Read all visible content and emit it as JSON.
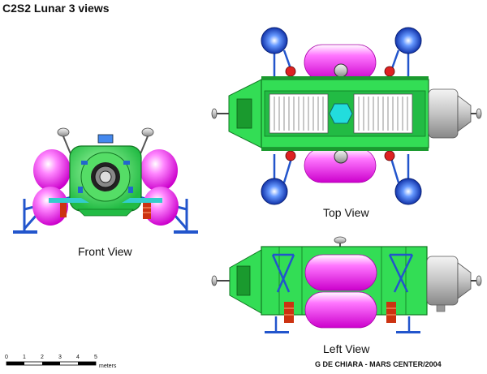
{
  "title": "C2S2 Lunar 3 views",
  "labels": {
    "front": "Front View",
    "top": "Top View",
    "left": "Left View"
  },
  "credit": "G DE CHIARA - MARS CENTER/2004",
  "scale": {
    "ticks": [
      "0",
      "1",
      "2",
      "3",
      "4",
      "5"
    ],
    "unit": "meters"
  },
  "colors": {
    "hull": "#33dd55",
    "hull_dark": "#1a9a2e",
    "tank": "#ee11ee",
    "tank_light": "#ff88ff",
    "strut": "#2255cc",
    "engine": "#cc3311",
    "grey": "#b8b8b8"
  }
}
